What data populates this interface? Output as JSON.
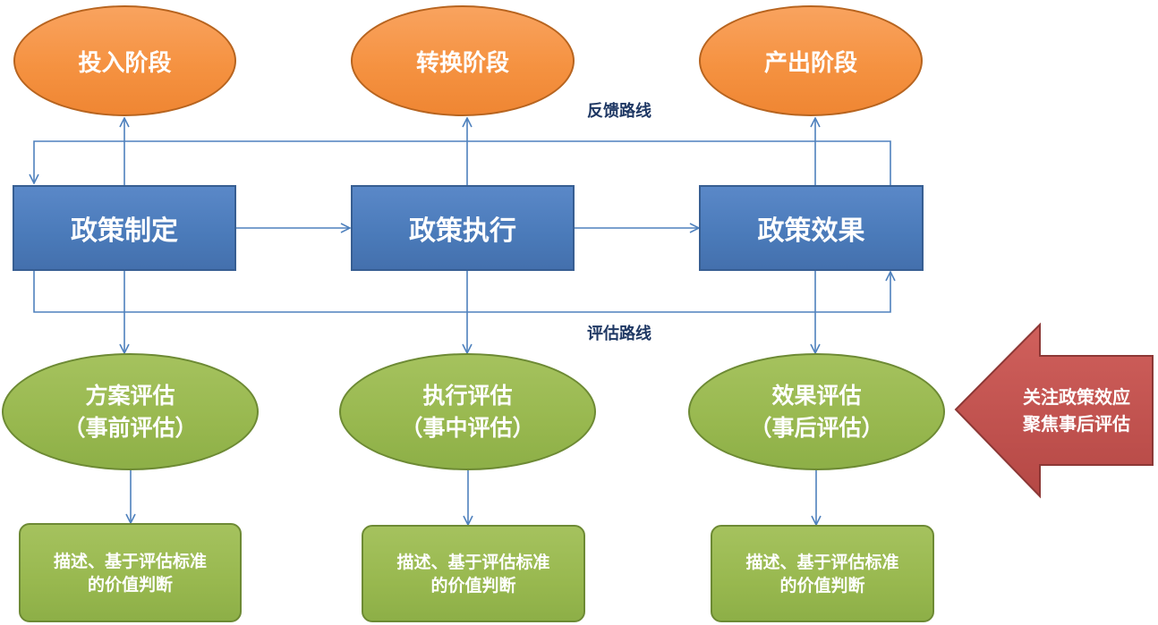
{
  "stages": {
    "input": "投入阶段",
    "transform": "转换阶段",
    "output": "产出阶段"
  },
  "process": {
    "formulation": "政策制定",
    "execution": "政策执行",
    "effect": "政策效果"
  },
  "evaluations": {
    "plan": {
      "line1": "方案评估",
      "line2": "（事前评估）"
    },
    "execution": {
      "line1": "执行评估",
      "line2": "（事中评估）"
    },
    "effect": {
      "line1": "效果评估",
      "line2": "（事后评估）"
    }
  },
  "judgment": {
    "line1": "描述、基于评估标准",
    "line2": "的价值判断"
  },
  "routes": {
    "feedback": "反馈路线",
    "evaluation": "评估路线"
  },
  "callout": {
    "line1": "关注政策效应",
    "line2": "聚焦事后评估"
  },
  "colors": {
    "line": "#4f81bd",
    "orange": "#f79646",
    "blue": "#4f81bd",
    "green": "#9bbb59",
    "red": "#c0504d"
  }
}
